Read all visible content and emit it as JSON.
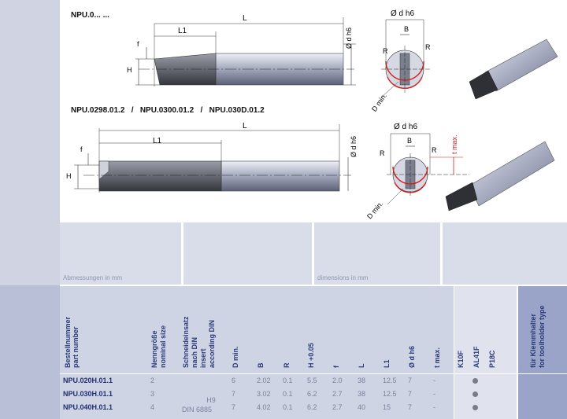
{
  "headings": {
    "top": "NPU.0... ...",
    "second": "NPU.0298.01.2   /   NPU.0300.01.2   /   NPU.030D.01.2"
  },
  "drawing_labels": {
    "L": "L",
    "L1": "L1",
    "f": "f",
    "H": "H",
    "d_h6": "Ø d h6",
    "B": "B",
    "R": "R",
    "D_min": "D min.",
    "t_max": "t max."
  },
  "dimensions": {
    "de": "Abmessungen in mm",
    "en": "dimensions in mm"
  },
  "table": {
    "headers": {
      "part_de": "Bestellnummer",
      "part_en": "part number",
      "size_de": "Nenngröße",
      "size_en": "nominal size",
      "insert_de1": "Schneideinsatz",
      "insert_de2": "nach DIN",
      "insert_en1": "insert",
      "insert_en2": "according DIN",
      "dmin": "D min.",
      "b": "B",
      "r": "R",
      "h": "H +0.05",
      "f": "f",
      "l": "L",
      "l1": "L1",
      "d": "Ø d h6",
      "t": "t max.",
      "k10f": "K10F",
      "al41f": "AL41F",
      "p18c": "P18C",
      "holder_de": "für Klemmhalter",
      "holder_en": "for toolholder type"
    },
    "insert_value": "H9",
    "insert_din": "DIN 6885",
    "rows": [
      {
        "part": "NPU.020H.01.1",
        "size": "2",
        "dmin": "6",
        "b": "2.02",
        "r": "0.1",
        "h": "5.5",
        "f": "2.0",
        "l": "38",
        "l1": "12.5",
        "d": "7",
        "t": "-"
      },
      {
        "part": "NPU.030H.01.1",
        "size": "3",
        "dmin": "7",
        "b": "3.02",
        "r": "0.1",
        "h": "6.2",
        "f": "2.7",
        "l": "38",
        "l1": "12.5",
        "d": "7",
        "t": "-"
      },
      {
        "part": "NPU.040H.01.1",
        "size": "4",
        "dmin": "7",
        "b": "4.02",
        "r": "0.1",
        "h": "6.2",
        "f": "2.7",
        "l": "40",
        "l1": "15",
        "d": "7",
        "t": "-"
      }
    ],
    "colors": {
      "part": "#1f2e6e",
      "values": "#7a819c",
      "header": "#2b3a78",
      "dot": "#777c8c"
    }
  }
}
